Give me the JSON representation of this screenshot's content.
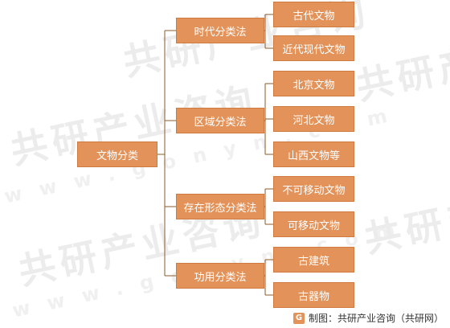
{
  "root": "文物分类",
  "groups": [
    {
      "label": "时代分类法",
      "items": [
        "古代文物",
        "近代现代文物"
      ]
    },
    {
      "label": "区域分类法",
      "items": [
        "北京文物",
        "河北文物",
        "山西文物等"
      ]
    },
    {
      "label": "存在形态分类法",
      "items": [
        "不可移动文物",
        "可移动文物"
      ]
    },
    {
      "label": "功用分类法",
      "items": [
        "古建筑",
        "古器物"
      ]
    }
  ],
  "caption": "制图：共研产业咨询（共研网）",
  "watermark": {
    "cn": "共研产业咨询",
    "url": "www.gonyn.com"
  },
  "colors": {
    "node": "#e3935a",
    "line": "#8a5a2b"
  }
}
